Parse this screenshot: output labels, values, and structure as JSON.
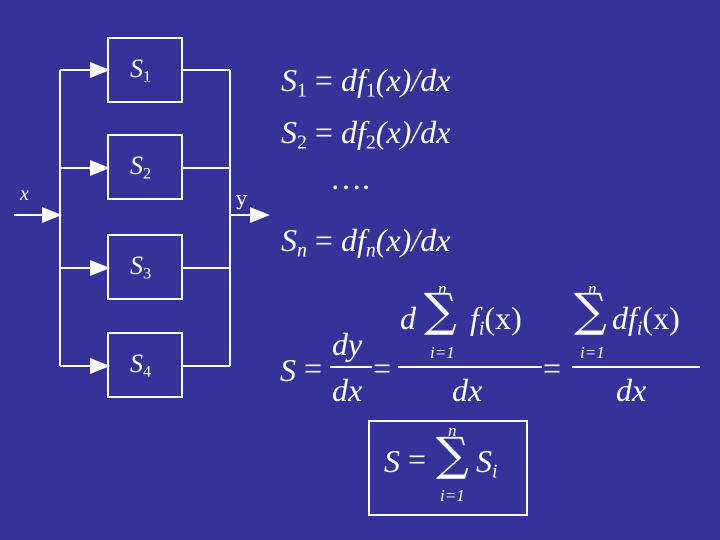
{
  "diagram": {
    "input_label": "x",
    "output_label": "y",
    "blocks": [
      {
        "name": "S",
        "sub": "1"
      },
      {
        "name": "S",
        "sub": "2"
      },
      {
        "name": "S",
        "sub": "3"
      },
      {
        "name": "S",
        "sub": "4"
      }
    ]
  },
  "equations": {
    "eq1": {
      "lhs": "S",
      "lhs_sub": "1",
      "eq": "=",
      "d": "df",
      "f_sub": "1",
      "arg": "(x)/dx"
    },
    "eq2": {
      "lhs": "S",
      "lhs_sub": "2",
      "eq": "=",
      "d": "df",
      "f_sub": "2",
      "arg": "(x)/dx"
    },
    "dots": "….",
    "eqn": {
      "lhs": "S",
      "lhs_sub": "n",
      "eq": "=",
      "d": "df",
      "f_sub": "n",
      "arg": "(x)/dx"
    }
  },
  "sum_expression": {
    "S": "S",
    "eq1": "=",
    "dy": "dy",
    "dx1": "dx",
    "eq2": "=",
    "d": "d",
    "sigma": "∑",
    "n_top1": "n",
    "i_bottom1": "i=1",
    "f": "f",
    "f_sub": "i",
    "fx": "(x)",
    "dx2": "dx",
    "eq3": "=",
    "sigma2": "∑",
    "n_top2": "n",
    "i_bottom2": "i=1",
    "df": "df",
    "df_sub": "i",
    "dfx": "(x)",
    "dx3": "dx"
  },
  "boxed_result": {
    "S": "S",
    "eq": "=",
    "sigma": "∑",
    "n_top": "n",
    "i_bottom": "i=1",
    "Si": "S",
    "Si_sub": "i"
  }
}
